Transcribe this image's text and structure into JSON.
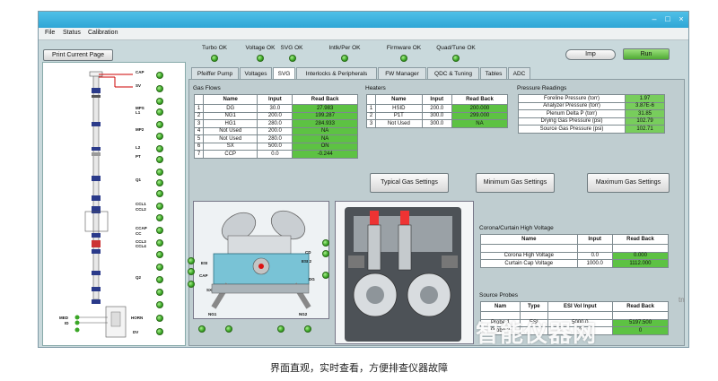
{
  "menu": [
    "File",
    "Status",
    "Calibration"
  ],
  "buttons": {
    "print": "Print Current Page",
    "imp": "Imp",
    "run": "Run"
  },
  "status": [
    "Turbo OK",
    "Voltage OK",
    "SVG OK",
    "Intlk/Per OK",
    "Firmware OK",
    "Quad/Tune OK"
  ],
  "tabs": [
    "Pfeiffer Pump",
    "Voltages",
    "SVG",
    "Interlocks & Peripherals",
    "FW Manager",
    "QDC & Tuning",
    "Tables",
    "ADC"
  ],
  "left_labels": [
    "CAP",
    "SV",
    "MPS",
    "L1",
    "MP2",
    "L2",
    "PT",
    "Q1",
    "CCL1",
    "CCL2",
    "CCAP",
    "CC",
    "CCL3",
    "CCL4",
    "Q2",
    "MED",
    "HORN",
    "ID",
    "DV"
  ],
  "gas": {
    "title": "Gas Flows",
    "headers": [
      "Name",
      "Input",
      "Read Back"
    ],
    "rows": [
      [
        "1",
        "DG",
        "30.0",
        "27.983"
      ],
      [
        "2",
        "NG1",
        "200.0",
        "199.287"
      ],
      [
        "3",
        "HG1",
        "280.0",
        "284.933"
      ],
      [
        "4",
        "Not Used",
        "200.0",
        "NA"
      ],
      [
        "5",
        "Not Used",
        "280.0",
        "NA"
      ],
      [
        "6",
        "SX",
        "500.0",
        "ON"
      ],
      [
        "7",
        "CCP",
        "0.0",
        "-0.244"
      ]
    ]
  },
  "heaters": {
    "title": "Heaters",
    "headers": [
      "Name",
      "Input",
      "Read Back"
    ],
    "rows": [
      [
        "1",
        "HSID",
        "200.0",
        "200.000"
      ],
      [
        "2",
        "P1T",
        "300.0",
        "299.000"
      ],
      [
        "3",
        "Not Used",
        "300.0",
        "NA"
      ]
    ]
  },
  "pressure": {
    "title": "Pressure Readings",
    "rows": [
      [
        "Foreline Pressure (torr)",
        "1.97"
      ],
      [
        "Analyzer Pressure (torr)",
        "3.87E-6"
      ],
      [
        "Plenum Delta P (torr)",
        "31.85"
      ],
      [
        "Drying Gas Pressure (psi)",
        "102.79"
      ],
      [
        "Source Gas Pressure (psi)",
        "102.71"
      ]
    ]
  },
  "settings": [
    "Typical Gas Settings",
    "Minimum Gas Settings",
    "Maximum Gas Settings"
  ],
  "corona": {
    "title": "Corona/Curtain High Voltage",
    "headers": [
      "Name",
      "Input",
      "Read Back"
    ],
    "rows": [
      [
        "Corona High Voltage",
        "0.0",
        "0.000"
      ],
      [
        "Curtain Cap Voltage",
        "1000.0",
        "1112.000"
      ]
    ]
  },
  "probes": {
    "title": "Source Probes",
    "headers": [
      "Nam",
      "Type",
      "ESI Vol Input",
      "Read Back"
    ],
    "rows": [
      [
        "Probe 1",
        "ESI",
        "5000.0",
        "5197.500"
      ],
      [
        "Probe 2",
        "",
        "0",
        "0"
      ]
    ]
  },
  "diagram_labels": [
    "CD",
    "ESI 2",
    "ESI",
    "CAP",
    "DG",
    "SX",
    "NG1",
    "NG2"
  ],
  "watermark": "智能仪器网",
  "watermark_suffix": "tn",
  "caption": "界面直观，实时查看，方便排查仪器故障"
}
